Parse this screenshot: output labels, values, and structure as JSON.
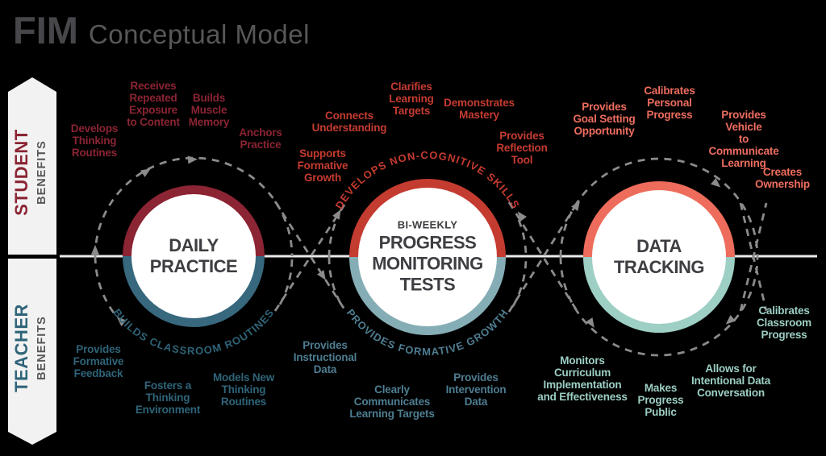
{
  "title": {
    "brand": "FIM",
    "subtitle": "Conceptual Model"
  },
  "sidebar": {
    "student": {
      "title": "STUDENT",
      "subtitle": "BENEFITS"
    },
    "teacher": {
      "title": "TEACHER",
      "subtitle": "BENEFITS"
    }
  },
  "colors": {
    "maroon": "#8b2433",
    "red": "#c43b30",
    "coral": "#ee6d5f",
    "teal_dark": "#2f6479",
    "teal_mid": "#4e7d91",
    "mint": "#9ccec3",
    "circle1_bottom": "#37687e",
    "circle2_bottom": "#85adb5",
    "circle3_bottom": "#9dcfc4",
    "dash_gray": "#8b8b8b",
    "line_gray": "#eaeaea",
    "ribbon_fill": "#f2f2f2",
    "sub_gray": "#57575a",
    "circle_text": "#3d3d42"
  },
  "circles": [
    {
      "label_prefix": "",
      "lines": [
        "DAILY",
        "PRACTICE"
      ],
      "top_color": "#8b2433",
      "bottom_color": "#37687e"
    },
    {
      "label_prefix": "BI-WEEKLY",
      "lines": [
        "PROGRESS",
        "MONITORING",
        "TESTS"
      ],
      "top_color": "#c43b30",
      "bottom_color": "#85adb5"
    },
    {
      "label_prefix": "",
      "lines": [
        "DATA",
        "TRACKING"
      ],
      "top_color": "#ed6c5c",
      "bottom_color": "#9dcfc4"
    }
  ],
  "arc_labels": {
    "daily_bottom": "BUILDS CLASSROOM ROUTINES",
    "pmt_top": "DEVELOPS NON-COGNITIVE SKILLS",
    "pmt_bottom": "PROVIDES FORMATIVE GROWTH"
  },
  "benefits": {
    "student": [
      {
        "id": "develops-thinking-routines",
        "lines": [
          "Develops",
          "Thinking",
          "Routines"
        ]
      },
      {
        "id": "receives-repeated-exposure",
        "lines": [
          "Receives",
          "Repeated",
          "Exposure",
          "to Content"
        ]
      },
      {
        "id": "builds-muscle-memory",
        "lines": [
          "Builds",
          "Muscle",
          "Memory"
        ]
      },
      {
        "id": "anchors-practice",
        "lines": [
          "Anchors",
          "Practice"
        ]
      },
      {
        "id": "supports-formative-growth",
        "lines": [
          "Supports",
          "Formative",
          "Growth"
        ]
      },
      {
        "id": "connects-understanding",
        "lines": [
          "Connects",
          "Understanding"
        ]
      },
      {
        "id": "clarifies-learning-targets",
        "lines": [
          "Clarifies",
          "Learning",
          "Targets"
        ]
      },
      {
        "id": "demonstrates-mastery",
        "lines": [
          "Demonstrates",
          "Mastery"
        ]
      },
      {
        "id": "provides-reflection-tool",
        "lines": [
          "Provides",
          "Reflection",
          "Tool"
        ]
      },
      {
        "id": "provides-goal-setting",
        "lines": [
          "Provides",
          "Goal Setting",
          "Opportunity"
        ]
      },
      {
        "id": "calibrates-personal-progress",
        "lines": [
          "Calibrates",
          "Personal",
          "Progress"
        ]
      },
      {
        "id": "provides-vehicle-communicate",
        "lines": [
          "Provides Vehicle",
          "to Communicate",
          "Learning"
        ]
      },
      {
        "id": "creates-ownership",
        "lines": [
          "Creates",
          "Ownership"
        ]
      }
    ],
    "teacher": [
      {
        "id": "provides-formative-feedback",
        "lines": [
          "Provides",
          "Formative",
          "Feedback"
        ]
      },
      {
        "id": "fosters-thinking-environment",
        "lines": [
          "Fosters a",
          "Thinking",
          "Environment"
        ]
      },
      {
        "id": "models-new-thinking-routines",
        "lines": [
          "Models New",
          "Thinking",
          "Routines"
        ]
      },
      {
        "id": "provides-instructional-data",
        "lines": [
          "Provides",
          "Instructional",
          "Data"
        ]
      },
      {
        "id": "clearly-communicates-targets",
        "lines": [
          "Clearly",
          "Communicates",
          "Learning Targets"
        ]
      },
      {
        "id": "provides-intervention-data",
        "lines": [
          "Provides",
          "Intervention",
          "Data"
        ]
      },
      {
        "id": "monitors-curriculum",
        "lines": [
          "Monitors",
          "Curriculum",
          "Implementation",
          "and Effectiveness"
        ]
      },
      {
        "id": "makes-progress-public",
        "lines": [
          "Makes",
          "Progress",
          "Public"
        ]
      },
      {
        "id": "allows-intentional-data",
        "lines": [
          "Allows for",
          "Intentional Data",
          "Conversation"
        ]
      },
      {
        "id": "calibrates-classroom-progress",
        "lines": [
          "Calibrates",
          "Classroom",
          "Progress"
        ]
      }
    ]
  }
}
